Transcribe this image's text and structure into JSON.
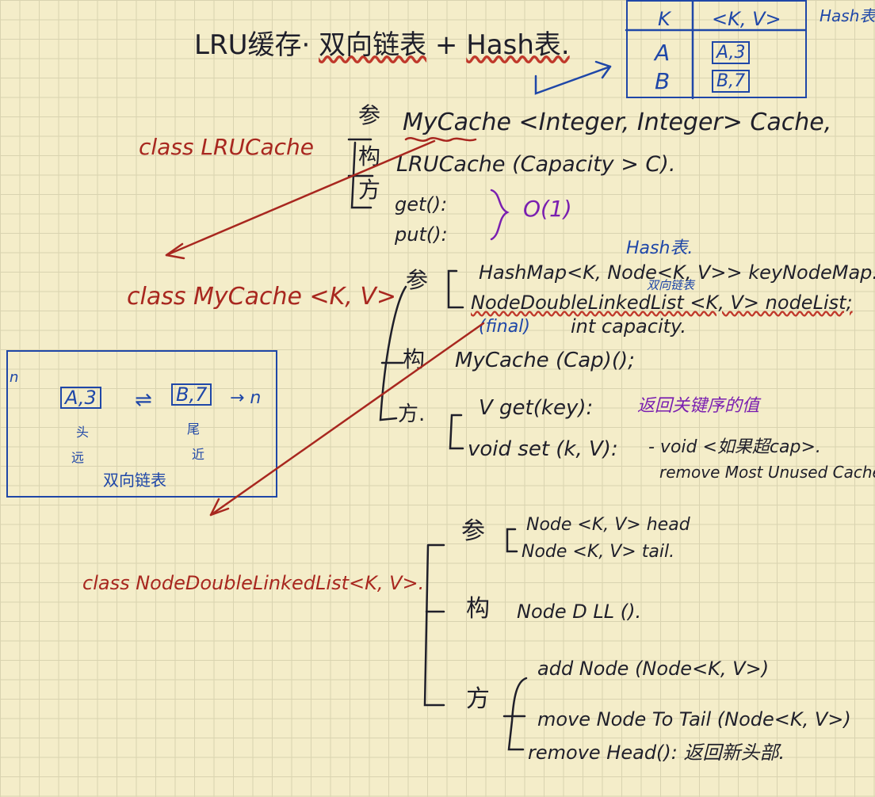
{
  "title": {
    "prefix": "LRU缓存·",
    "part1": "双向链表",
    "plus": "+",
    "part2": "Hash表."
  },
  "hash_table": {
    "side_label": "Hash表",
    "headers": [
      "K",
      "<K, V>"
    ],
    "rows": [
      {
        "key": "A",
        "value": "A,3"
      },
      {
        "key": "B",
        "value": "B,7"
      }
    ]
  },
  "lru_cache": {
    "class_label": "class LRUCache",
    "group_labels": [
      "参",
      "构",
      "方"
    ],
    "field": "MyCache <Integer, Integer> Cache,",
    "constructor": "LRUCache (Capacity > C).",
    "get": "get():",
    "put": "put():",
    "complexity": "O(1)"
  },
  "my_cache": {
    "class_label": "class MyCache <K, V>",
    "hash_note": "Hash表.",
    "dll_note": "双向链表",
    "group_labels": [
      "参",
      "构",
      "方."
    ],
    "field1": "HashMap<K, Node<K, V>> keyNodeMap.",
    "field2": "NodeDoubleLinkedList <K, V> nodeList;",
    "final_note": "(final)",
    "field3": "int capacity.",
    "constructor": "MyCache (Cap)();",
    "method_get": "V get(key):",
    "get_note": "返回关键序的值",
    "method_set": "void set (k, V):",
    "set_note1": "- void <如果超cap>.",
    "set_note2": "remove Most Unused Cache"
  },
  "dll_diagram": {
    "n_left": "n",
    "node1": "A,3",
    "arrows": "⇌",
    "node2": "B,7",
    "n_right": "→ n",
    "head_label": "头",
    "head_sub": "远",
    "tail_label": "尾",
    "tail_sub": "近",
    "caption": "双向链表"
  },
  "node_dll": {
    "class_label": "class NodeDoubleLinkedList<K, V>.",
    "group_labels": [
      "参",
      "构",
      "方"
    ],
    "field1": "Node <K, V>   head",
    "field2": "Node <K, V>   tail.",
    "constructor": "Node D LL ().",
    "method1": "add Node (Node<K, V>)",
    "method2": "move Node To Tail (Node<K, V>)",
    "method3": "remove Head(): 返回新头部."
  }
}
